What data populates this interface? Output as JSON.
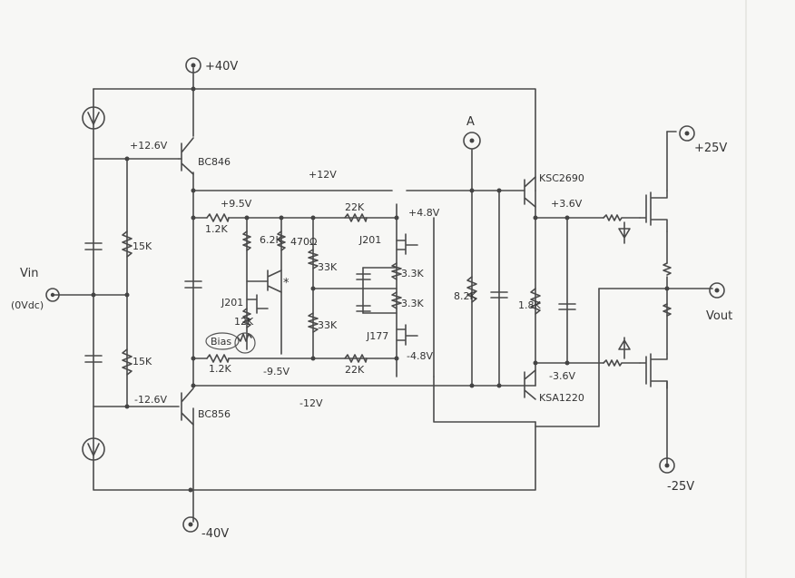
{
  "supplies": {
    "pos40": "+40V",
    "neg40": "-40V",
    "pos25": "+25V",
    "neg25": "-25V",
    "pos12_6": "+12.6V",
    "neg12_6": "-12.6V",
    "pos12": "+12V",
    "neg12": "-12V",
    "pos9_5": "+9.5V",
    "neg9_5": "-9.5V",
    "pos4_8": "+4.8V",
    "neg4_8": "-4.8V",
    "pos3_6": "+3.6V",
    "neg3_6": "-3.6V"
  },
  "nodes": {
    "a": "A",
    "vin": "Vin",
    "vin_dc": "(0Vdc)",
    "vout": "Vout",
    "bias": "Bias"
  },
  "parts": {
    "q_top": "BC846",
    "q_bot": "BC856",
    "q_ksc": "KSC2690",
    "q_ksa": "KSA1220",
    "j201a": "J201",
    "j201b": "J201",
    "j177": "J177",
    "r15k_a": "15K",
    "r15k_b": "15K",
    "r1_2k_a": "1.2K",
    "r1_2k_b": "1.2K",
    "r6_2k": "6.2K",
    "r470": "470Ω",
    "r12k": "12K",
    "r33k_a": "33K",
    "r33k_b": "33K",
    "r22k_a": "22K",
    "r22k_b": "22K",
    "r3_3k_a": "3.3K",
    "r3_3k_b": "3.3K",
    "r8_2k": "8.2K",
    "r1_8k": "1.8K",
    "star": "*"
  }
}
